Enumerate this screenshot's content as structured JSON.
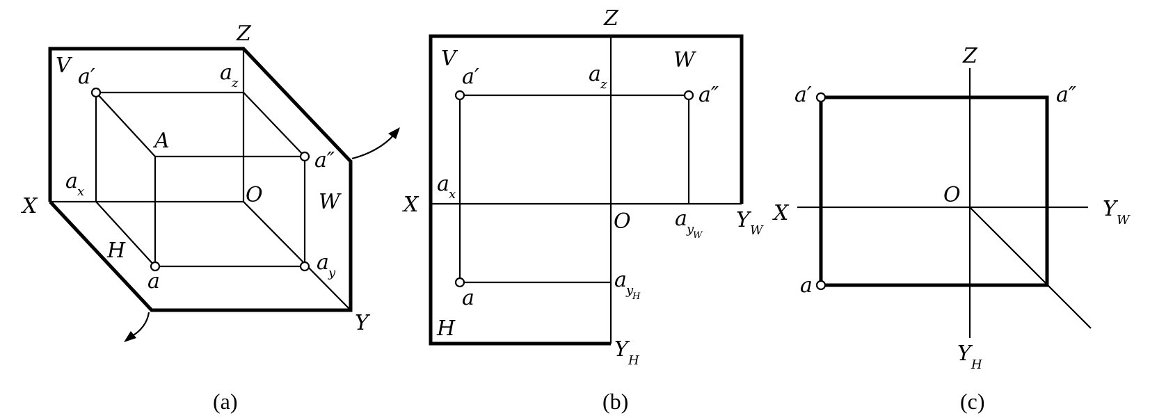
{
  "panel_a": {
    "caption": "(a)",
    "labels": {
      "V": "V",
      "Z": "Z",
      "a_prime": "a′",
      "a_z_base": "a",
      "a_z_sub": "z",
      "A": "A",
      "a_dprime": "a″",
      "a_x_base": "a",
      "a_x_sub": "x",
      "X": "X",
      "O": "O",
      "W": "W",
      "H": "H",
      "a": "a",
      "a_y_base": "a",
      "a_y_sub": "y",
      "Y": "Y"
    }
  },
  "panel_b": {
    "caption": "(b)",
    "labels": {
      "Z": "Z",
      "V": "V",
      "a_prime": "a′",
      "a_z_base": "a",
      "a_z_sub": "z",
      "W": "W",
      "a_dprime": "a″",
      "X": "X",
      "a_x_base": "a",
      "a_x_sub": "x",
      "O": "O",
      "a_yw_base": "a",
      "a_yw_sub": "y",
      "a_yw_subsub": "W",
      "Y_W_base": "Y",
      "Y_W_sub": "W",
      "a": "a",
      "a_yh_base": "a",
      "a_yh_sub": "y",
      "a_yh_subsub": "H",
      "H": "H",
      "Y_H_base": "Y",
      "Y_H_sub": "H"
    }
  },
  "panel_c": {
    "caption": "(c)",
    "labels": {
      "Z": "Z",
      "a_prime": "a′",
      "a_dprime": "a″",
      "X": "X",
      "O": "O",
      "Y_W_base": "Y",
      "Y_W_sub": "W",
      "a": "a",
      "Y_H_base": "Y",
      "Y_H_sub": "H"
    }
  }
}
